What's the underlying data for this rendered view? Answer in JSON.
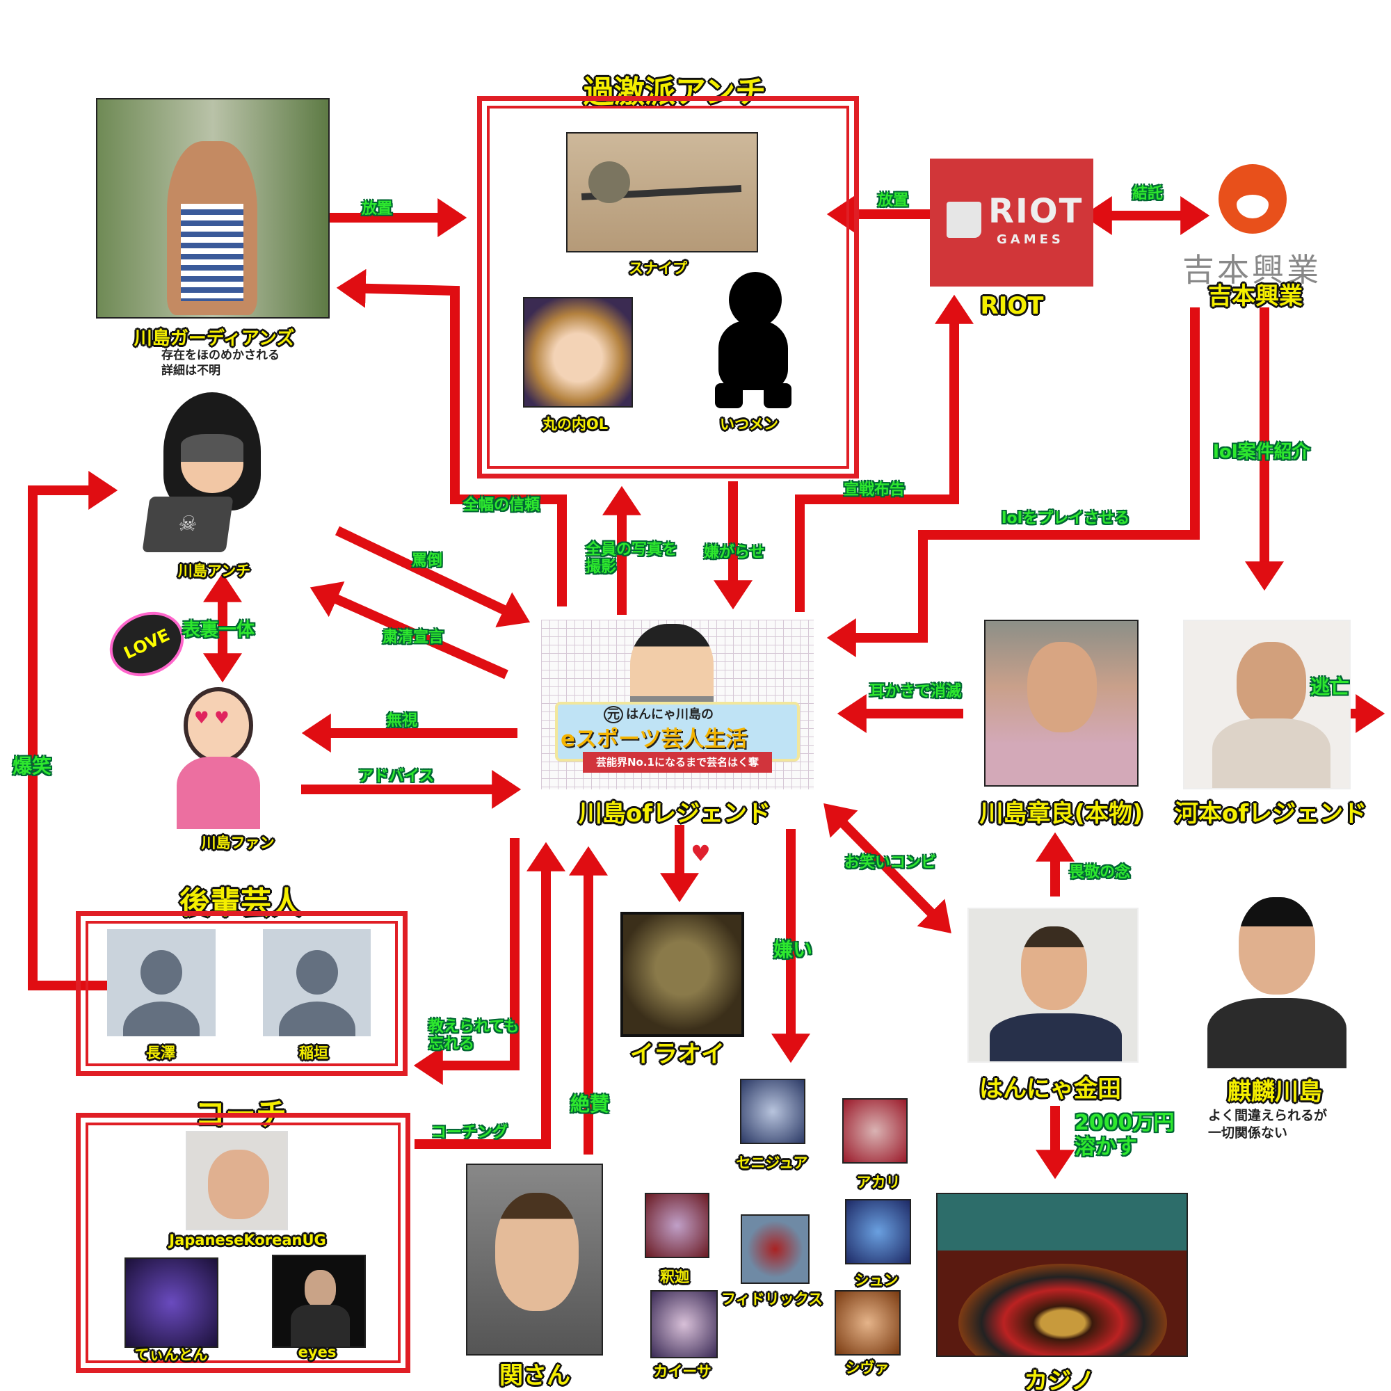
{
  "groups": {
    "extremist_antis": {
      "title": "過激派アンチ",
      "members": [
        "スナイプ",
        "丸の内OL",
        "いつメン"
      ]
    },
    "juniors": {
      "title": "後輩芸人",
      "members": [
        "長澤",
        "稲垣"
      ]
    },
    "coaches": {
      "title": "コーチ",
      "members": [
        "JapaneseKoreanUG",
        "てぃんとん",
        "eyes"
      ]
    }
  },
  "nodes": {
    "guardians": {
      "label": "川島ガーディアンズ",
      "note1": "存在をほのめかされる",
      "note2": "詳細は不明"
    },
    "riot": {
      "label": "RIOT",
      "logo_main": "RIOT",
      "logo_sub": "GAMES"
    },
    "yoshimoto": {
      "label": "吉本興業",
      "logo_text": "吉本興業"
    },
    "anti": {
      "label": "川島アンチ"
    },
    "fan": {
      "label": "川島ファン",
      "sign": "LOVE"
    },
    "center": {
      "label": "川島ofレジェンド",
      "banner_prefix": "元",
      "banner_line1": "はんにゃ川島の",
      "banner_line2": "eスポーツ芸人生活",
      "banner_line3": "芸能界No.1になるまで芸名はく奪"
    },
    "akira": {
      "label": "川島章良(本物)"
    },
    "kawamoto": {
      "label": "河本ofレジェンド"
    },
    "kaneda": {
      "label": "はんにゃ金田"
    },
    "kirin": {
      "label": "麒麟川島",
      "note1": "よく間違えられるが",
      "note2": "一切関係ない"
    },
    "casino": {
      "label": "カジノ"
    },
    "seki": {
      "label": "関さん"
    },
    "illaoi": {
      "label": "イラオイ"
    }
  },
  "champions": [
    "セニジュア",
    "アカリ",
    "釈迦",
    "フィドリックス",
    "シュン",
    "カイーサ",
    "シヴァ"
  ],
  "edges": {
    "guardians_to_antis": "放置",
    "riot_to_antis": "放置",
    "riot_yoshimoto": "結託",
    "yoshimoto_to_kawamoto": "lol案件紹介",
    "yoshimoto_to_center": "lolをプレイさせる",
    "center_to_riot": "宣戦布告",
    "center_to_guardians": "全幅の信頼",
    "center_to_antis_1": "全員の写真を",
    "center_to_antis_2": "撮影",
    "antis_to_center": "嫌がらせ",
    "anti_to_center": "罵倒",
    "center_to_anti": "粛清宣言",
    "anti_fan": "表裏一体",
    "center_to_fan": "無視",
    "fan_to_center": "アドバイス",
    "akira_to_center": "耳かきで消滅",
    "kawamoto_escape": "逃亡",
    "center_kaneda": "お笑いコンビ",
    "center_dislike": "嫌い",
    "kaneda_to_akira": "畏敬の念",
    "kaneda_casino_1": "2000万円",
    "kaneda_casino_2": "溶かす",
    "center_juniors_1": "教えられても",
    "center_juniors_2": "忘れる",
    "coach_to_center": "コーチング",
    "seki_to_center": "絶賛",
    "juniors_to_anti": "爆笑"
  },
  "colors": {
    "arrow": "#e00d12",
    "label_green": "#2ee82e",
    "label_yellow": "#f5ef00",
    "riot": "#d13639",
    "yoshimoto": "#e8501b"
  }
}
